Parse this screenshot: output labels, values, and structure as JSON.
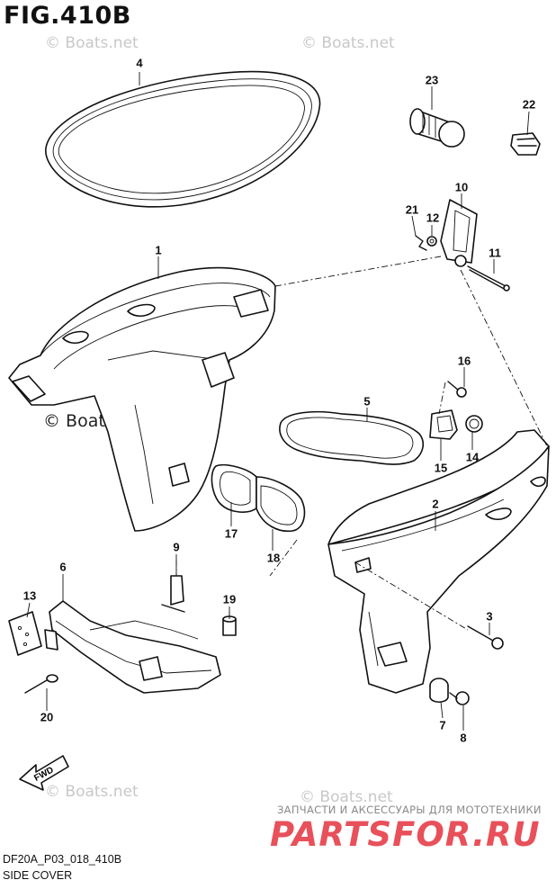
{
  "figure": {
    "title": "FIG.410B"
  },
  "watermarks": [
    {
      "id": "wm-top-left",
      "text": "© Boats.net"
    },
    {
      "id": "wm-top-right",
      "text": "© Boats.net"
    },
    {
      "id": "wm-center",
      "text": "© Boats.net"
    },
    {
      "id": "wm-bottom-left",
      "text": "© Boats.net"
    },
    {
      "id": "wm-bottom-mid",
      "text": "© Boats.net"
    }
  ],
  "callouts": [
    {
      "id": "1",
      "label": "1"
    },
    {
      "id": "2",
      "label": "2"
    },
    {
      "id": "3",
      "label": "3"
    },
    {
      "id": "4",
      "label": "4"
    },
    {
      "id": "5",
      "label": "5"
    },
    {
      "id": "6",
      "label": "6"
    },
    {
      "id": "7",
      "label": "7"
    },
    {
      "id": "8",
      "label": "8"
    },
    {
      "id": "9",
      "label": "9"
    },
    {
      "id": "10",
      "label": "10"
    },
    {
      "id": "11",
      "label": "11"
    },
    {
      "id": "12",
      "label": "12"
    },
    {
      "id": "13",
      "label": "13"
    },
    {
      "id": "14",
      "label": "14"
    },
    {
      "id": "15",
      "label": "15"
    },
    {
      "id": "16",
      "label": "16"
    },
    {
      "id": "17",
      "label": "17"
    },
    {
      "id": "18",
      "label": "18"
    },
    {
      "id": "19",
      "label": "19"
    },
    {
      "id": "20",
      "label": "20"
    },
    {
      "id": "21",
      "label": "21"
    },
    {
      "id": "22",
      "label": "22"
    },
    {
      "id": "23",
      "label": "23"
    }
  ],
  "fwd_arrow": {
    "label": "FWD"
  },
  "dealer": {
    "caption": "ЗАПЧАСТИ И АКСЕССУАРЫ ДЛЯ МОТОТЕХНИКИ",
    "logo": "PARTSFOR.RU"
  },
  "footer": {
    "code": "DF20A_P03_018_410B",
    "name": "SIDE COVER"
  }
}
